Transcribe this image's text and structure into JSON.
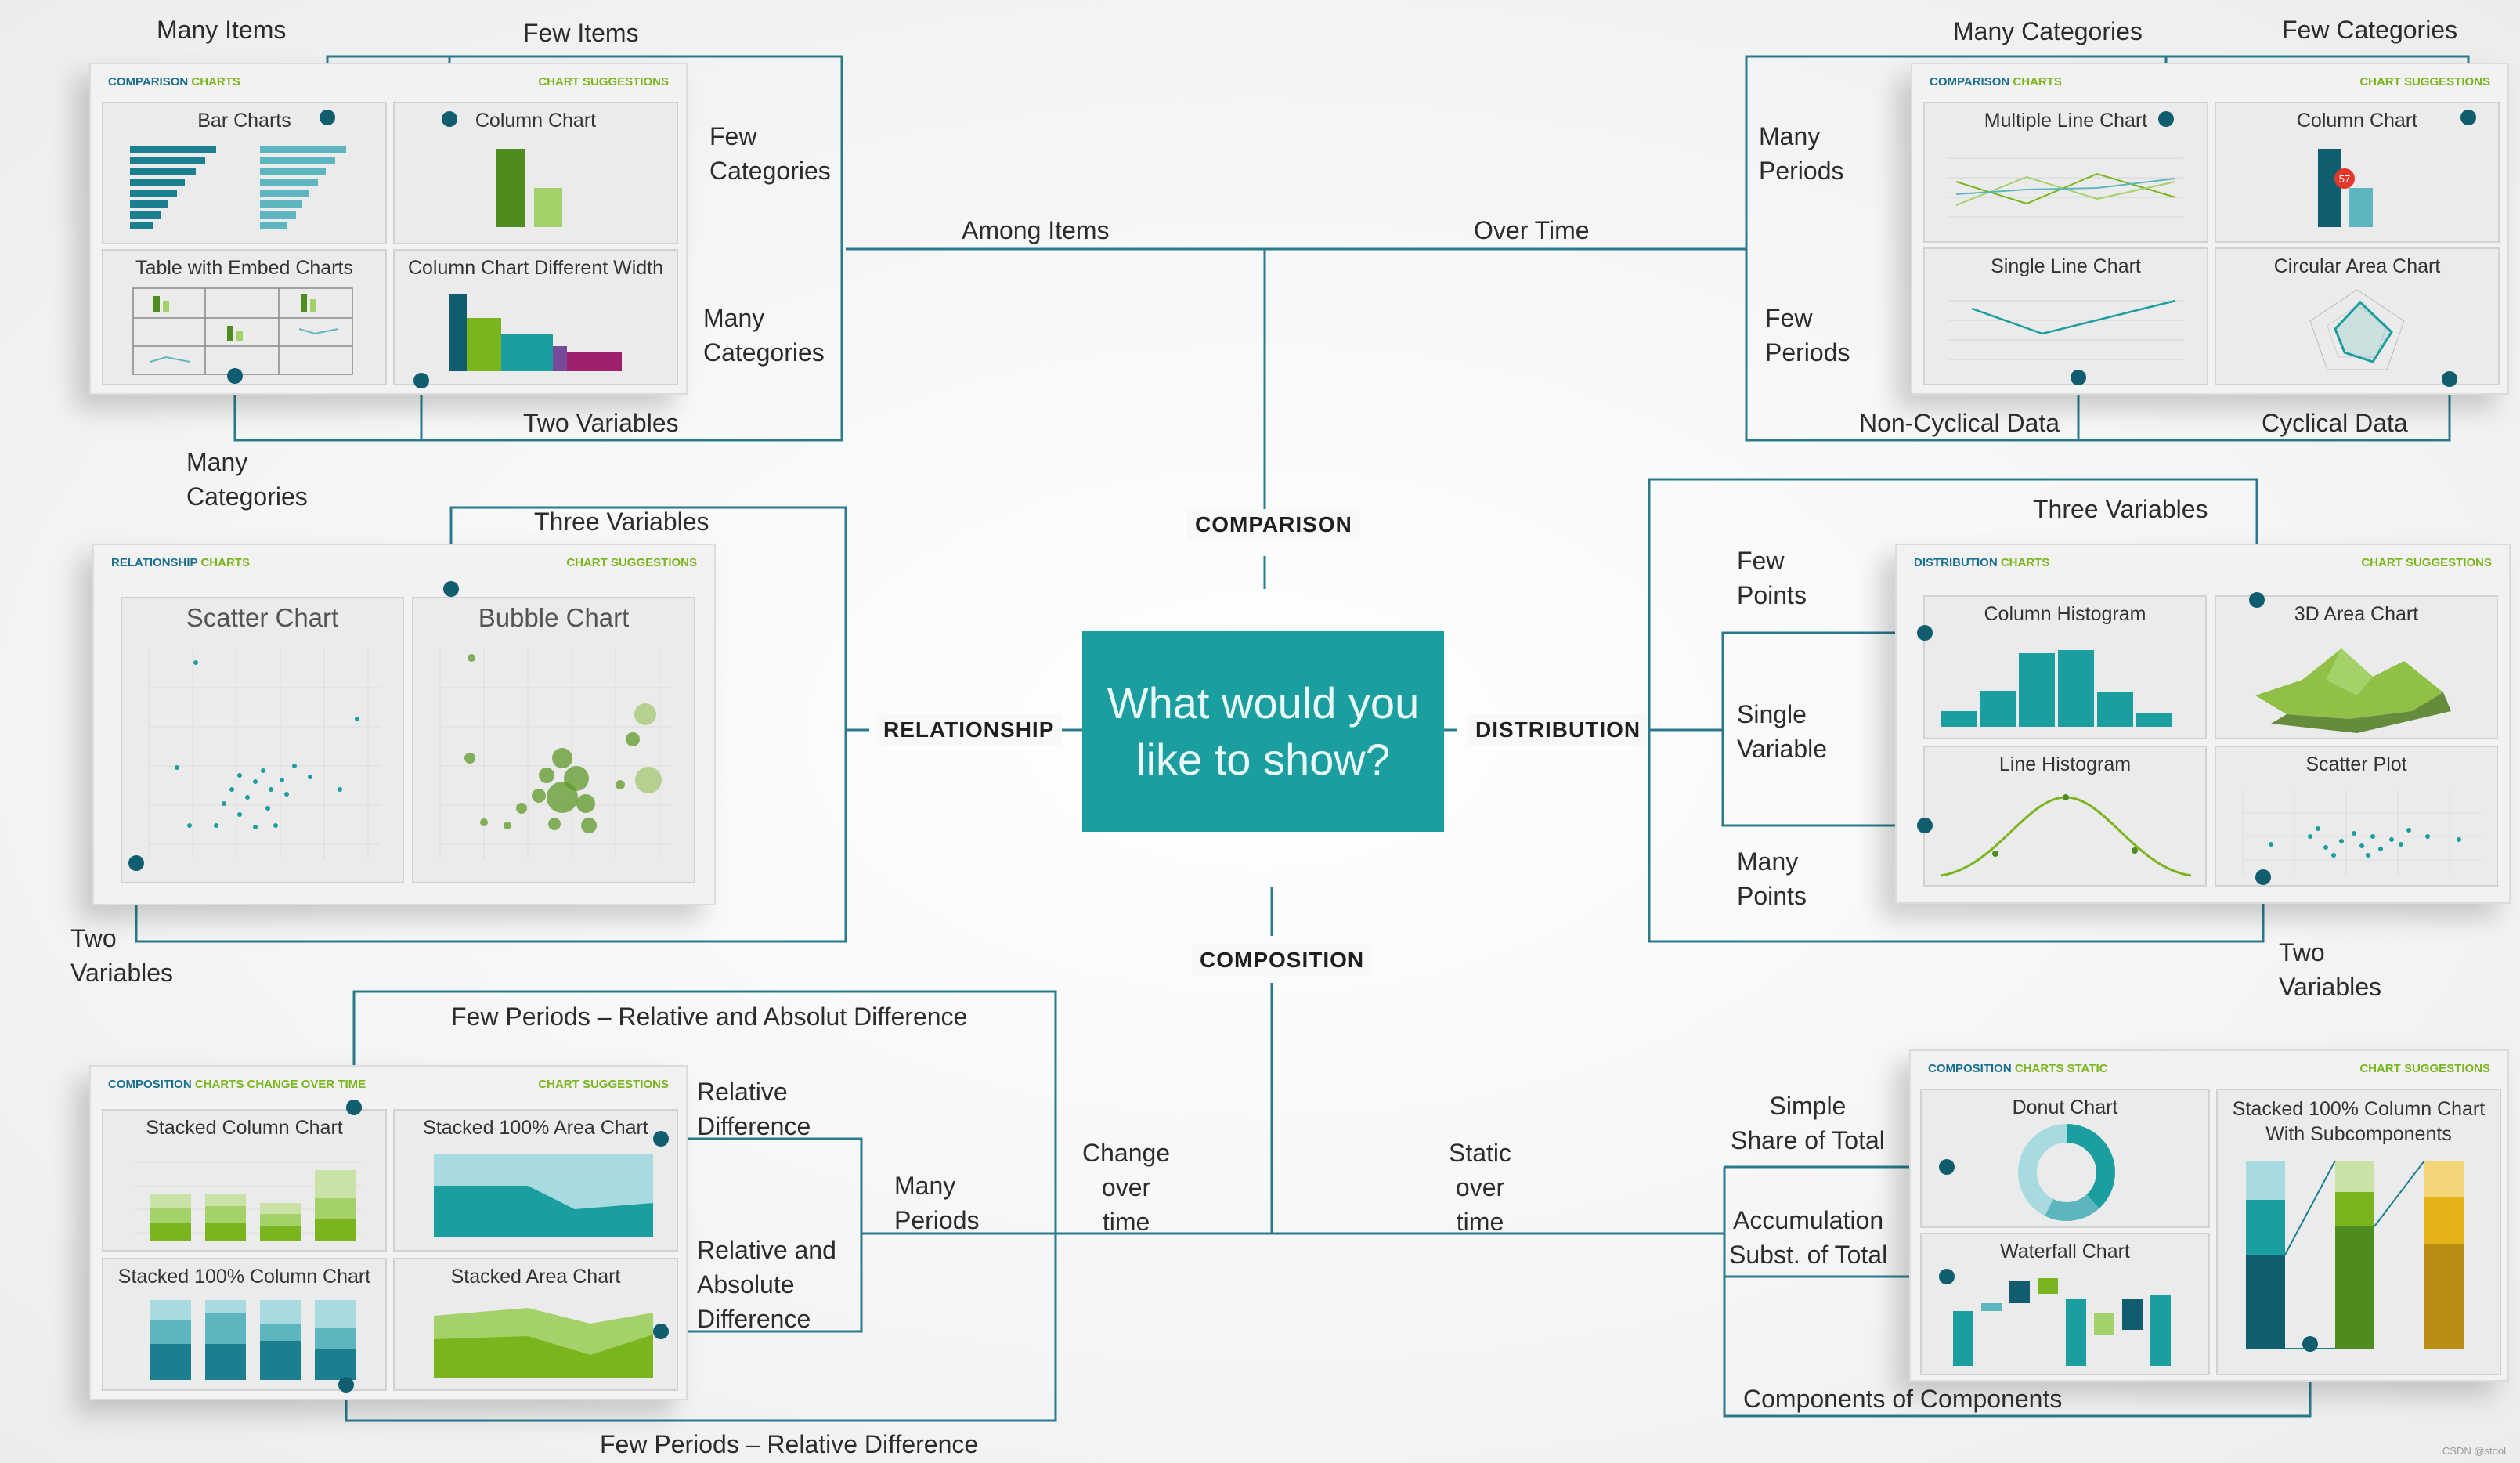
{
  "center_question": "What would you like to show?",
  "categories": {
    "comparison": "COMPARISON",
    "relationship": "RELATIONSHIP",
    "distribution": "DISTRIBUTION",
    "composition": "COMPOSITION"
  },
  "comparison": {
    "among_items": "Among Items",
    "over_time": "Over Time",
    "many_items": "Many Items",
    "few_items": "Few Items",
    "few_categories": "Few\nCategories",
    "many_categories": "Many\nCategories",
    "two_variables": "Two Variables",
    "many_categories_bottom": "Many\nCategories",
    "left_panel": {
      "header_left_a": "COMPARISON",
      "header_left_b": " CHARTS",
      "header_right": "CHART SUGGESTIONS",
      "cards": [
        "Bar Charts",
        "Column Chart",
        "Table with Embed Charts",
        "Column Chart Different Width"
      ]
    },
    "right_panel": {
      "header_left_a": "COMPARISON",
      "header_left_b": " CHARTS",
      "header_right": "CHART SUGGESTIONS",
      "cards": [
        "Multiple Line Chart",
        "Column Chart",
        "Single Line Chart",
        "Circular Area Chart"
      ],
      "column_badge": "57"
    },
    "many_categories_top": "Many Categories",
    "few_categories_top": "Few Categories",
    "many_periods": "Many\nPeriods",
    "few_periods": "Few\nPeriods",
    "non_cyclical": "Non-Cyclical Data",
    "cyclical": "Cyclical Data"
  },
  "relationship": {
    "three_variables": "Three Variables",
    "two_variables": "Two\nVariables",
    "panel": {
      "header_left_a": "RELATIONSHIP",
      "header_left_b": " CHARTS",
      "header_right": "CHART SUGGESTIONS",
      "cards": [
        "Scatter Chart",
        "Bubble Chart"
      ]
    }
  },
  "distribution": {
    "three_variables": "Three Variables",
    "few_points": "Few\nPoints",
    "single_variable": "Single\nVariable",
    "many_points": "Many\nPoints",
    "two_variables": "Two\nVariables",
    "panel": {
      "header_left_a": "DISTRIBUTION",
      "header_left_b": " CHARTS",
      "header_right": "CHART SUGGESTIONS",
      "cards": [
        "Column Histogram",
        "3D Area Chart",
        "Line Histogram",
        "Scatter Plot"
      ]
    }
  },
  "composition": {
    "few_periods_rel_abs": "Few Periods – Relative and Absolut Difference",
    "few_periods_rel": "Few Periods – Relative Difference",
    "relative_difference": "Relative\nDifference",
    "relative_absolute": "Relative and\nAbsolute\nDifference",
    "many_periods": "Many\nPeriods",
    "change_over_time": "Change\nover\ntime",
    "static_over_time": "Static\nover\ntime",
    "simple_share": "Simple\nShare of Total",
    "accumulation": "Accumulation\nSubst. of Total",
    "components": "Components of Components",
    "left_panel": {
      "header_left_a": "COMPOSITION",
      "header_left_b": " CHARTS CHANGE OVER TIME",
      "header_right": "CHART SUGGESTIONS",
      "cards": [
        "Stacked Column Chart",
        "Stacked 100% Area Chart",
        "Stacked 100% Column Chart",
        "Stacked Area Chart"
      ]
    },
    "right_panel": {
      "header_left_a": "COMPOSITION",
      "header_left_b": " CHARTS STATIC",
      "header_right": "CHART SUGGESTIONS",
      "cards": [
        "Donut Chart",
        "Waterfall Chart",
        "Stacked 100% Column Chart\nWith Subcomponents"
      ]
    }
  },
  "watermark": "CSDN @stool",
  "colors": {
    "teal": "#1a9e9f",
    "dark_teal": "#105d70",
    "green": "#7ab51d",
    "line": "#2a7a8c"
  }
}
